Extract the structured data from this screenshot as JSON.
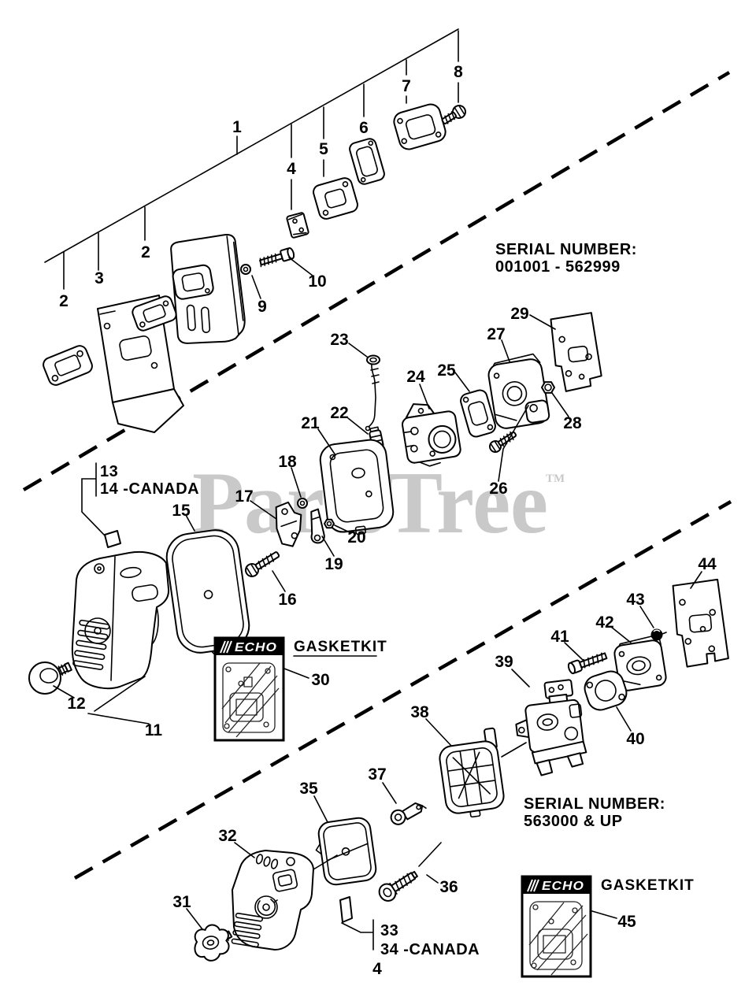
{
  "diagram": {
    "page_number": "4",
    "colors": {
      "ink": "#000000",
      "paper": "#ffffff",
      "watermark": "#c9c9c9"
    },
    "watermark": {
      "text": "PartsTree",
      "tm": "TM"
    },
    "serial_upper": {
      "line1": "SERIAL NUMBER:",
      "line2": "001001 - 562999"
    },
    "serial_lower": {
      "line1": "SERIAL NUMBER:",
      "line2": "563000 & UP"
    },
    "gasket_kit_upper": {
      "brand": "ECHO",
      "label": "GASKETKIT"
    },
    "gasket_kit_lower": {
      "brand": "ECHO",
      "label": "GASKETKIT"
    },
    "canada_upper": {
      "line1": "13",
      "line2": "14 -CANADA"
    },
    "canada_lower": {
      "line1": "33",
      "line2": "34 -CANADA"
    },
    "callouts": [
      {
        "n": "1"
      },
      {
        "n": "2"
      },
      {
        "n": "3"
      },
      {
        "n": "2"
      },
      {
        "n": "4"
      },
      {
        "n": "5"
      },
      {
        "n": "6"
      },
      {
        "n": "7"
      },
      {
        "n": "8"
      },
      {
        "n": "9"
      },
      {
        "n": "10"
      },
      {
        "n": "21"
      },
      {
        "n": "22"
      },
      {
        "n": "23"
      },
      {
        "n": "24"
      },
      {
        "n": "25"
      },
      {
        "n": "26"
      },
      {
        "n": "27"
      },
      {
        "n": "28"
      },
      {
        "n": "29"
      },
      {
        "n": "11"
      },
      {
        "n": "12"
      },
      {
        "n": "15"
      },
      {
        "n": "16"
      },
      {
        "n": "17"
      },
      {
        "n": "18"
      },
      {
        "n": "19"
      },
      {
        "n": "20"
      },
      {
        "n": "30"
      },
      {
        "n": "31"
      },
      {
        "n": "32"
      },
      {
        "n": "35"
      },
      {
        "n": "36"
      },
      {
        "n": "37"
      },
      {
        "n": "38"
      },
      {
        "n": "39"
      },
      {
        "n": "40"
      },
      {
        "n": "41"
      },
      {
        "n": "42"
      },
      {
        "n": "43"
      },
      {
        "n": "44"
      },
      {
        "n": "45"
      }
    ]
  }
}
